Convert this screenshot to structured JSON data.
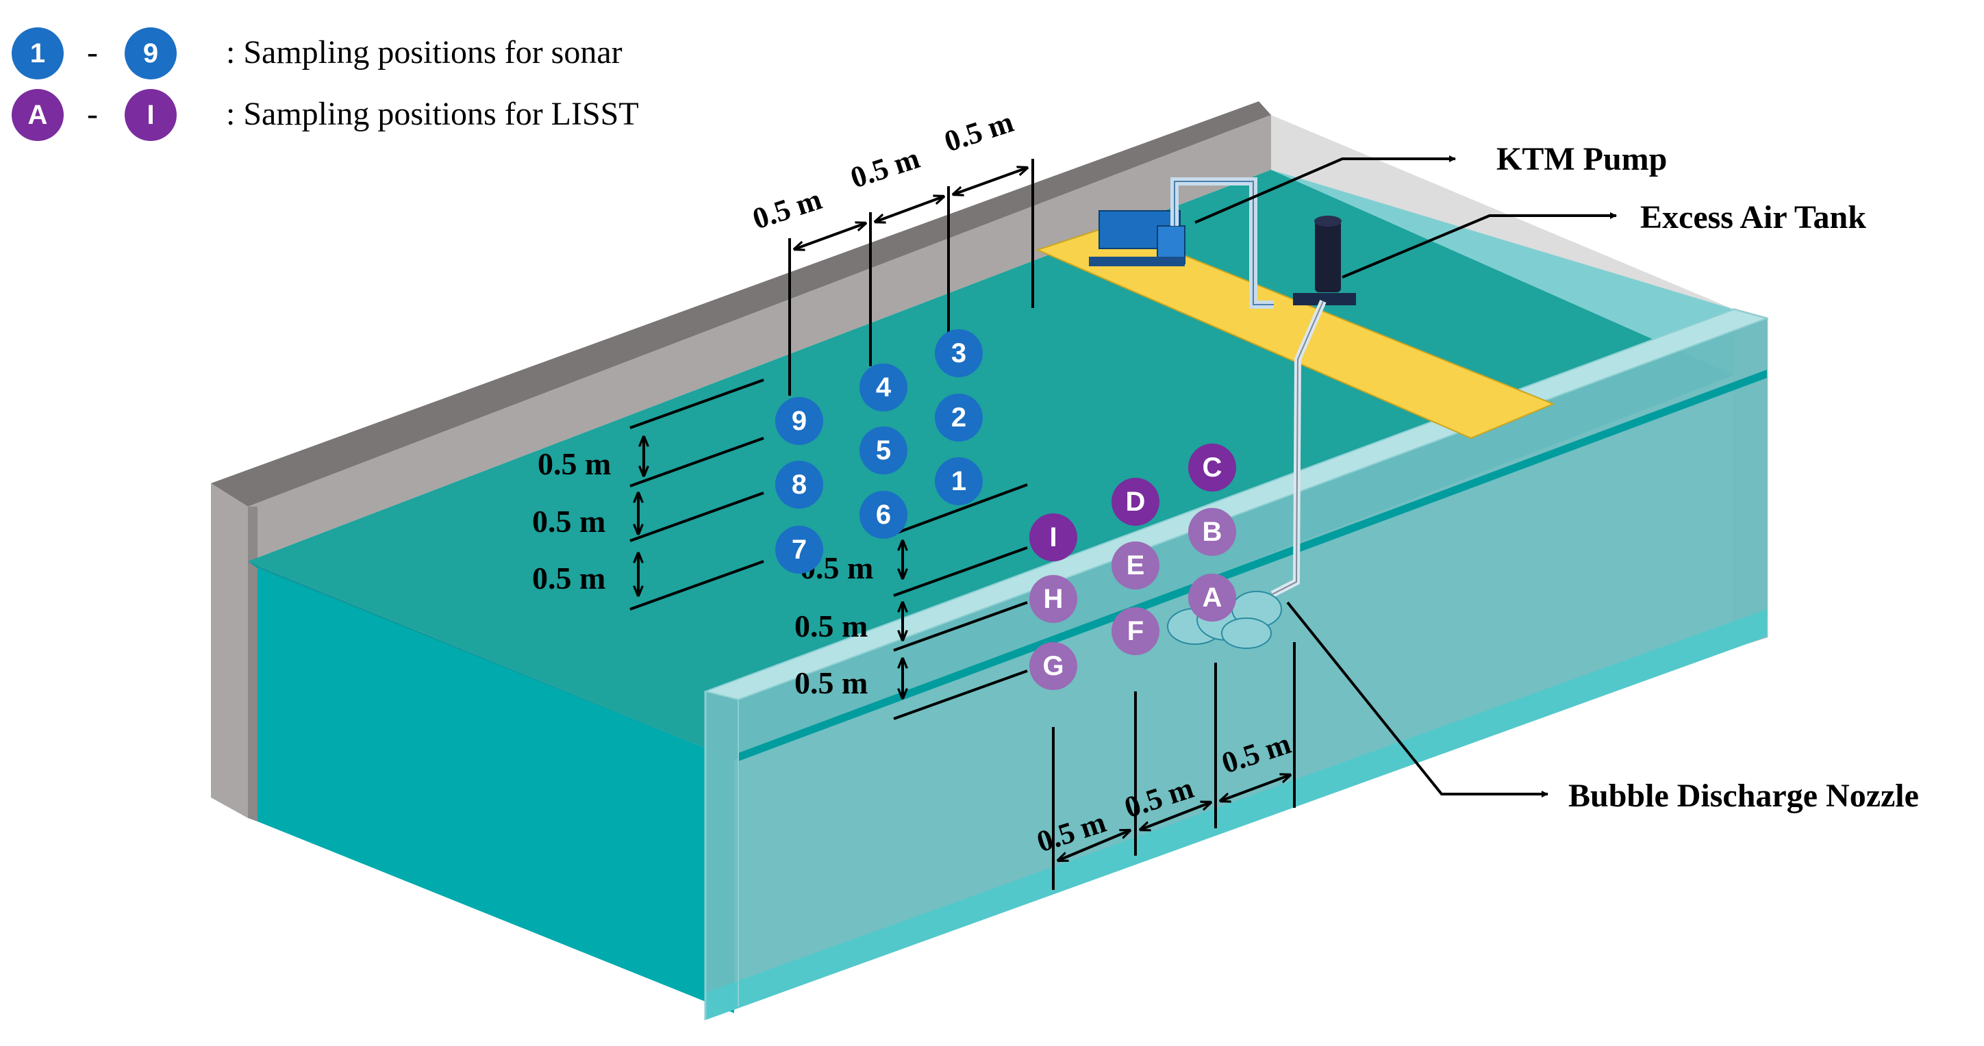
{
  "legend": {
    "sonar": {
      "from": "1",
      "dash": "-",
      "to": "9",
      "text": ": Sampling positions for sonar"
    },
    "lisst": {
      "from": "A",
      "dash": "-",
      "to": "I",
      "text": ": Sampling positions for LISST"
    }
  },
  "callouts": {
    "pump": "KTM Pump",
    "tank": "Excess Air Tank",
    "nozzle": "Bubble Discharge Nozzle"
  },
  "dimension": "0.5 m",
  "sonar_markers": [
    "1",
    "2",
    "3",
    "4",
    "5",
    "6",
    "7",
    "8",
    "9"
  ],
  "lisst_markers": [
    "A",
    "B",
    "C",
    "D",
    "E",
    "F",
    "G",
    "H",
    "I"
  ],
  "colors": {
    "sonar": "#1b6fc4",
    "lisst": "#7b2c9e",
    "water": "#00aaad",
    "water_top": "#1ea39d",
    "glass": "#9fd8db",
    "wall": "#a9a6a5",
    "wall_top": "#7a7676",
    "platform": "#f7d24a",
    "pump": "#1c6fc0"
  }
}
